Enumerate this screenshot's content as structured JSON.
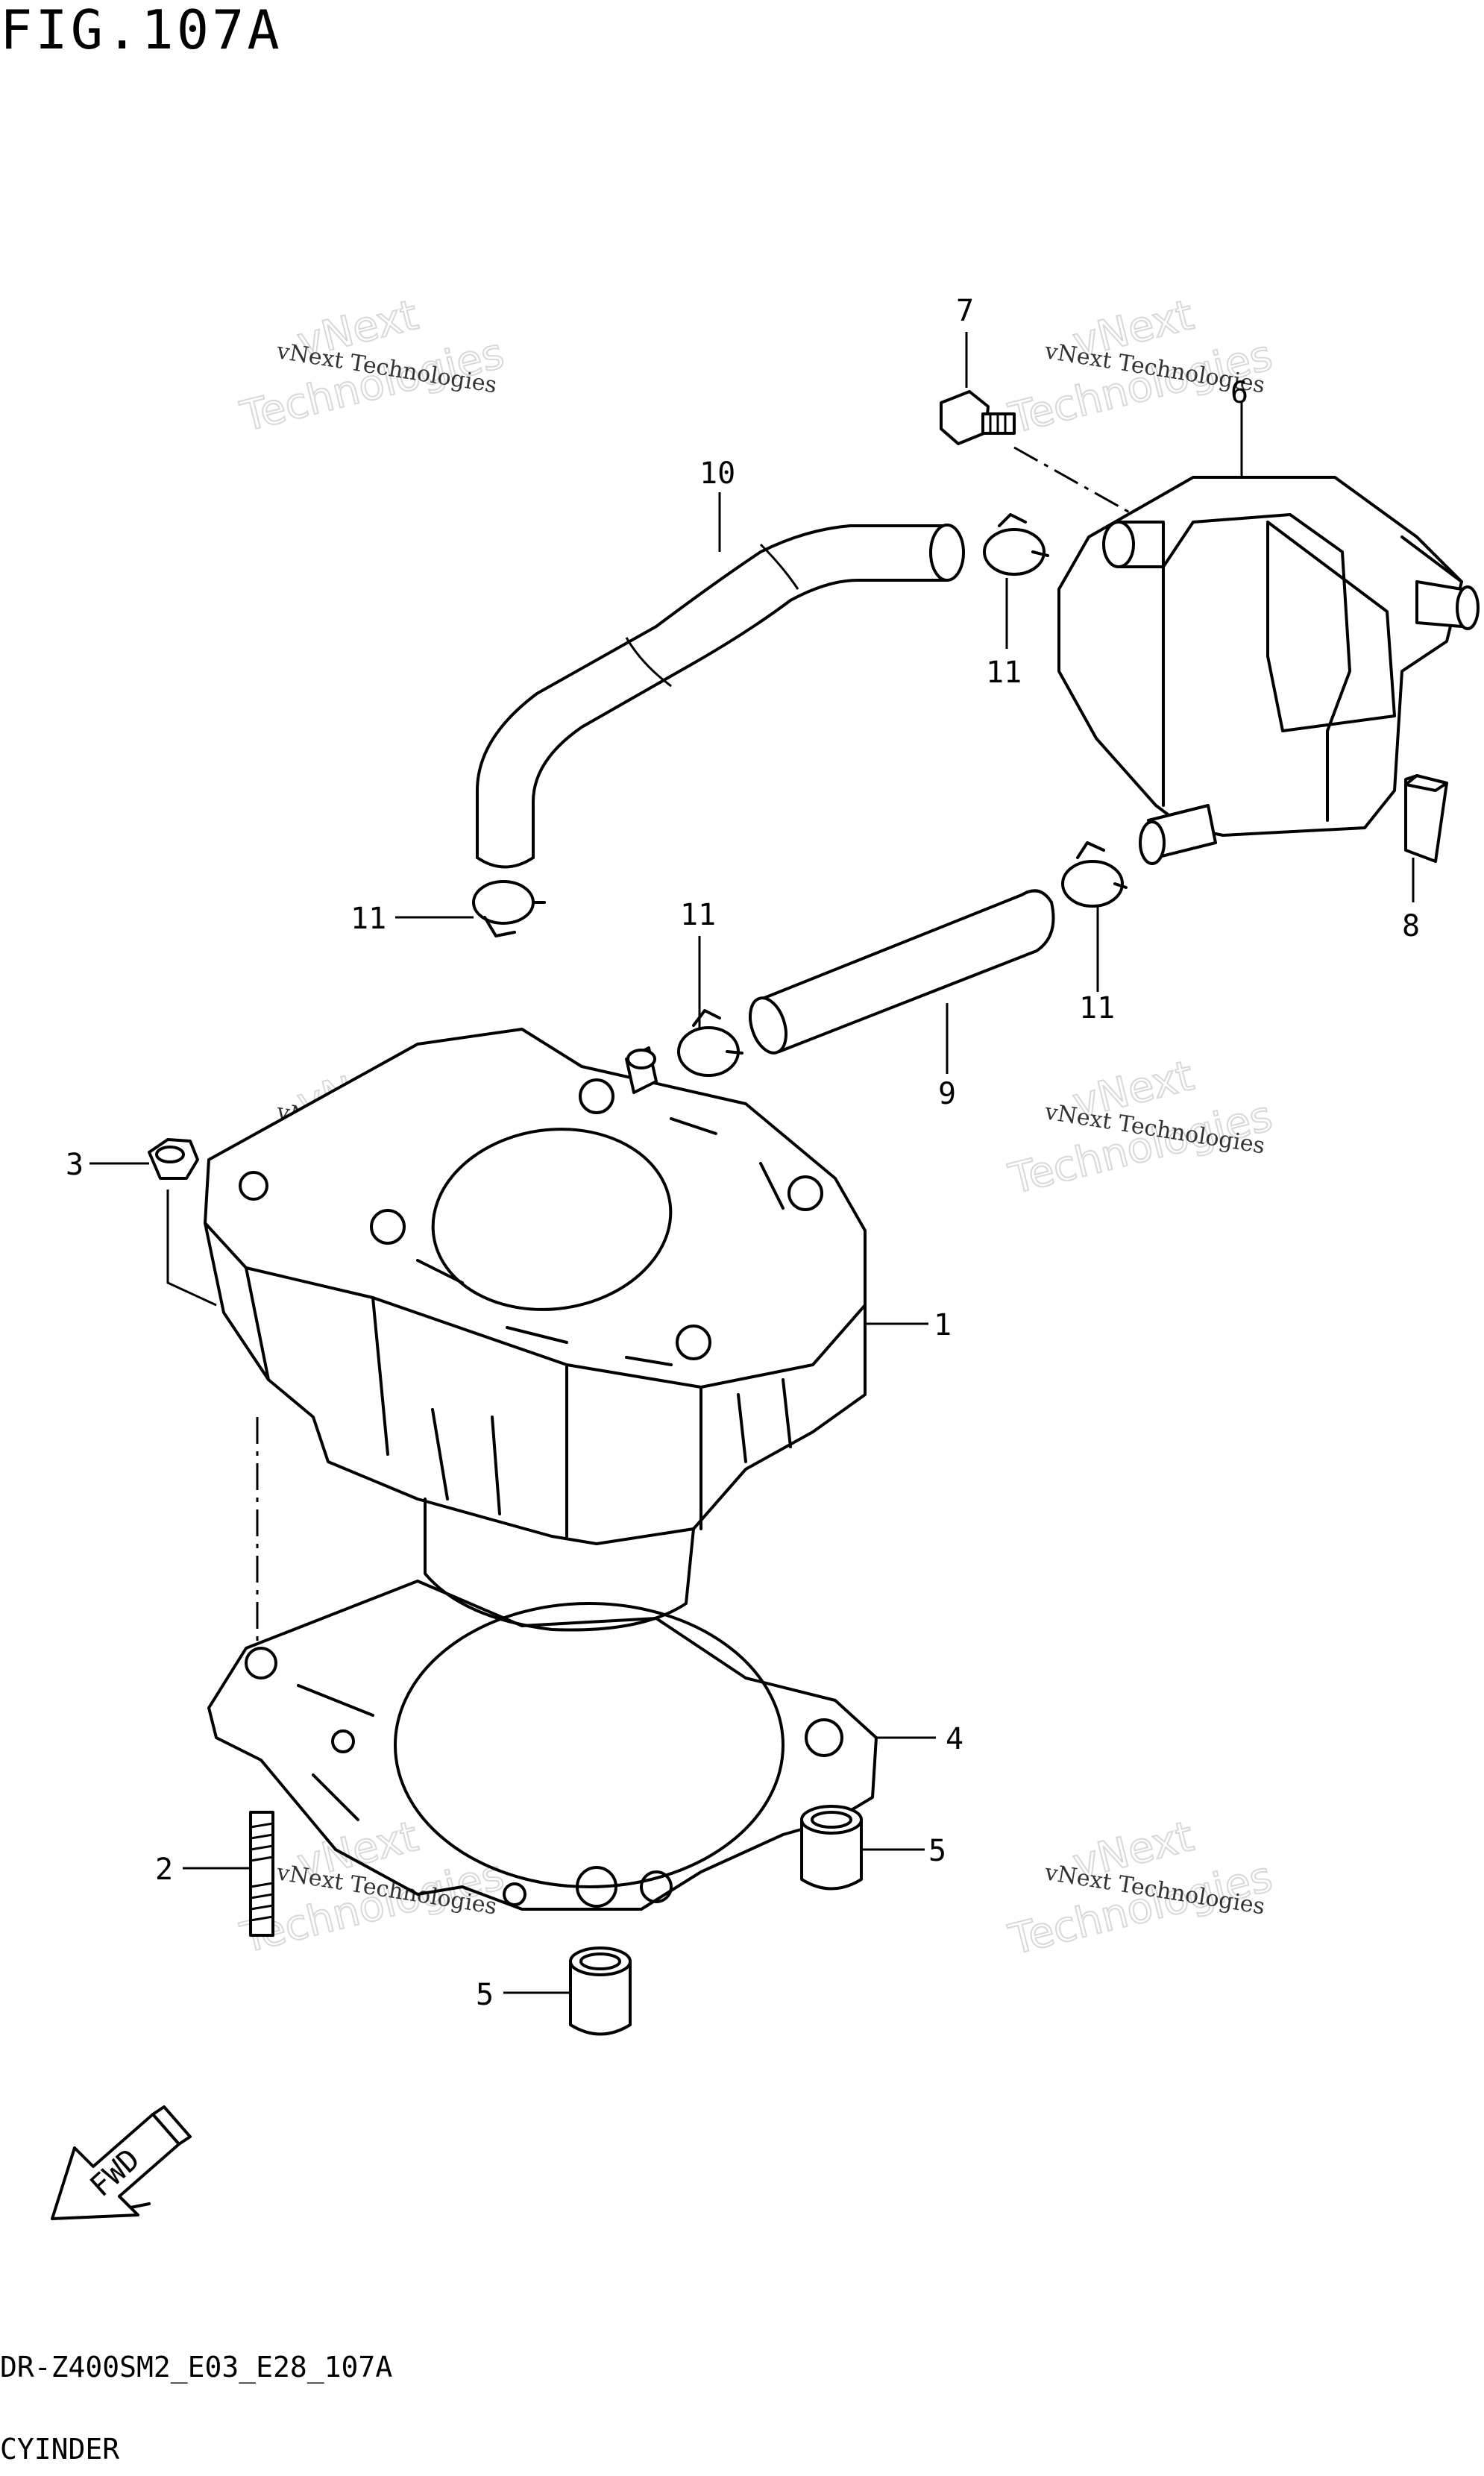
{
  "figure": {
    "title": "FIG.107A",
    "model_code": "DR-Z400SM2_E03_E28_107A",
    "section": "CYINDER"
  },
  "callouts": {
    "c1": "1",
    "c2": "2",
    "c3": "3",
    "c4": "4",
    "c5a": "5",
    "c5b": "5",
    "c6": "6",
    "c7": "7",
    "c8": "8",
    "c9": "9",
    "c10": "10",
    "c11a": "11",
    "c11b": "11",
    "c11c": "11",
    "c11d": "11"
  },
  "fwd_label": "FWD",
  "watermark": {
    "line_small": "vNext Technologies",
    "line_big_1": "vNext",
    "line_big_2": "Technologies"
  }
}
